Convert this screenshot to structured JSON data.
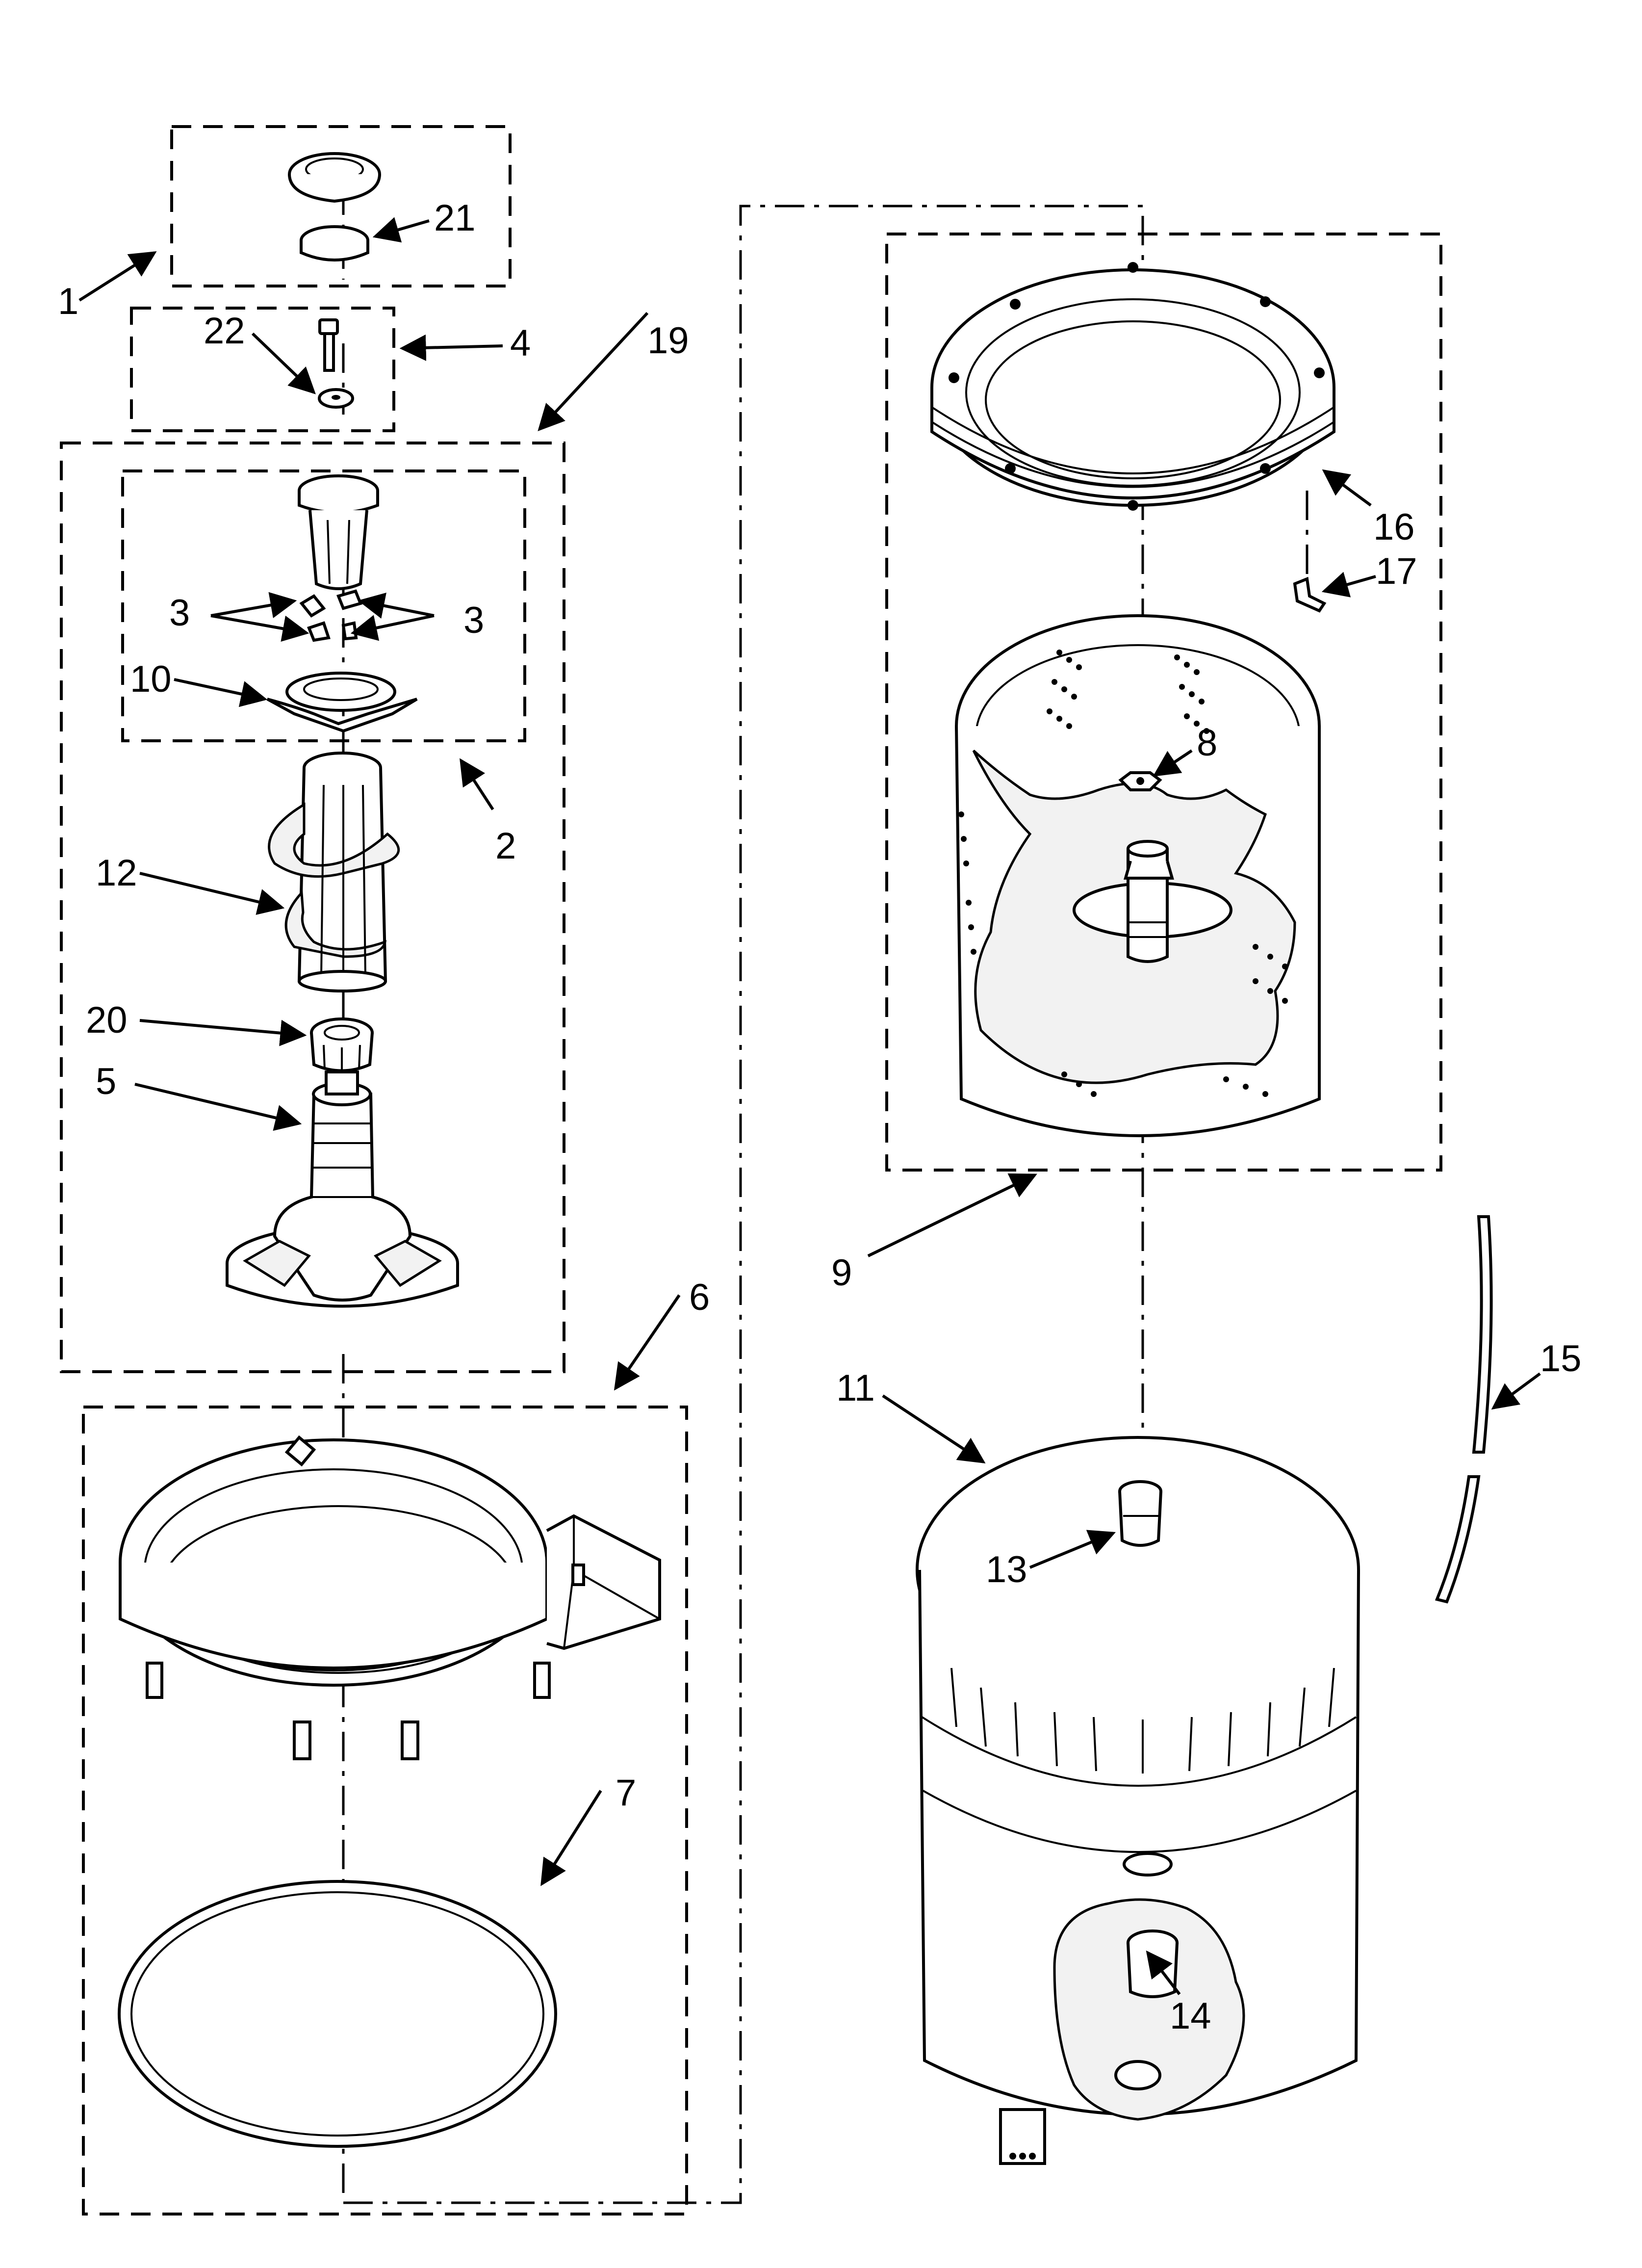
{
  "diagram": {
    "labels": {
      "l1": "1",
      "l2": "2",
      "l3a": "3",
      "l3b": "3",
      "l4": "4",
      "l5": "5",
      "l6": "6",
      "l7": "7",
      "l8": "8",
      "l9": "9",
      "l10": "10",
      "l11": "11",
      "l12": "12",
      "l13": "13",
      "l14": "14",
      "l15": "15",
      "l16": "16",
      "l17": "17",
      "l19": "19",
      "l20": "20",
      "l21": "21",
      "l22": "22"
    }
  }
}
